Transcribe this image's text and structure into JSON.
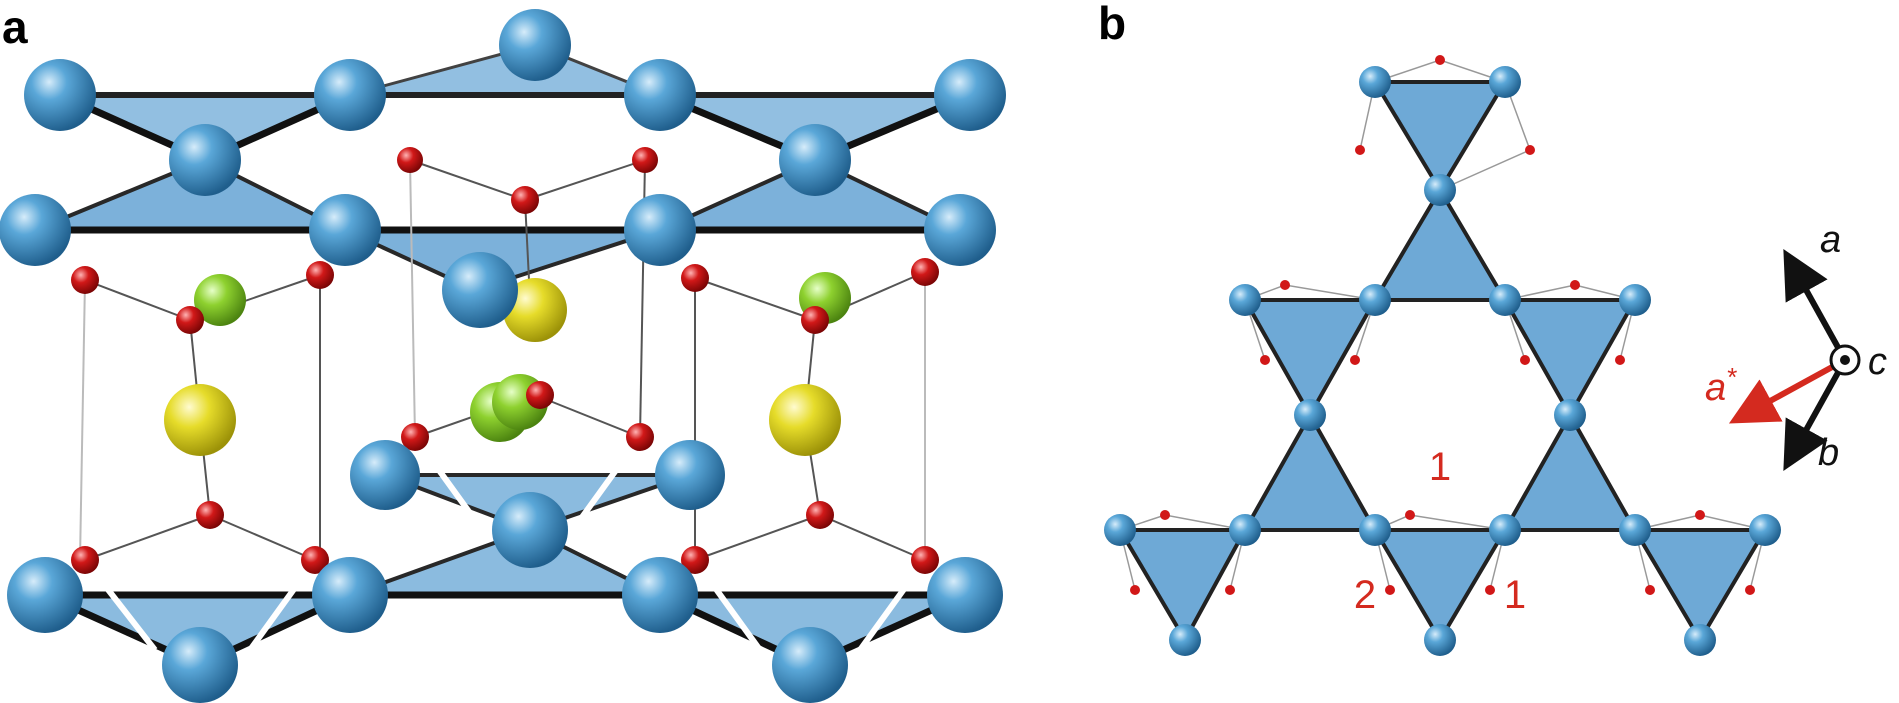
{
  "panels": {
    "a": {
      "label": "a"
    },
    "b": {
      "label": "b"
    }
  },
  "site_labels": [
    "1",
    "2",
    "1"
  ],
  "axes": {
    "a": "a",
    "a_star": "a",
    "a_star_sup": "*",
    "b": "b",
    "c": "c"
  },
  "colors": {
    "atom_blue": "#3a8fc4",
    "triangle_fill": "#6ea9d6",
    "oxygen_red": "#d11818",
    "yellow_atom": "#e6dc2a",
    "green_atom": "#8ed12f",
    "annotation_red": "#d42a1f",
    "bond_black": "#111111"
  }
}
